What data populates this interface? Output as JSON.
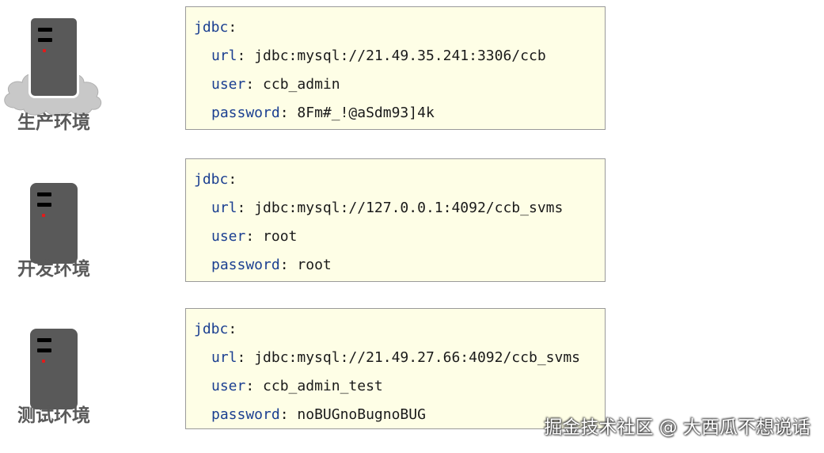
{
  "environments": [
    {
      "label": "生产环境",
      "config": {
        "root_key": "jdbc",
        "url_key": "url",
        "url_value": "jdbc:mysql://21.49.35.241:3306/ccb",
        "user_key": "user",
        "user_value": "ccb_admin",
        "password_key": "password",
        "password_value": "8Fm#_!@aSdm93]4k"
      }
    },
    {
      "label": "开发环境",
      "config": {
        "root_key": "jdbc",
        "url_key": "url",
        "url_value": "jdbc:mysql://127.0.0.1:4092/ccb_svms",
        "user_key": "user",
        "user_value": "root",
        "password_key": "password",
        "password_value": "root"
      }
    },
    {
      "label": "测试环境",
      "config": {
        "root_key": "jdbc",
        "url_key": "url",
        "url_value": "jdbc:mysql://21.49.27.66:4092/ccb_svms",
        "user_key": "user",
        "user_value": "ccb_admin_test",
        "password_key": "password",
        "password_value": "noBUGnoBugnoBUG"
      }
    }
  ],
  "watermark": "掘金技术社区 @ 大西瓜不想说话",
  "colors": {
    "key": "#1b3f91",
    "box_background": "#fefee6",
    "server": "#595959",
    "led": "#e21b1b"
  },
  "icons": [
    "cloud-icon",
    "server-icon"
  ]
}
